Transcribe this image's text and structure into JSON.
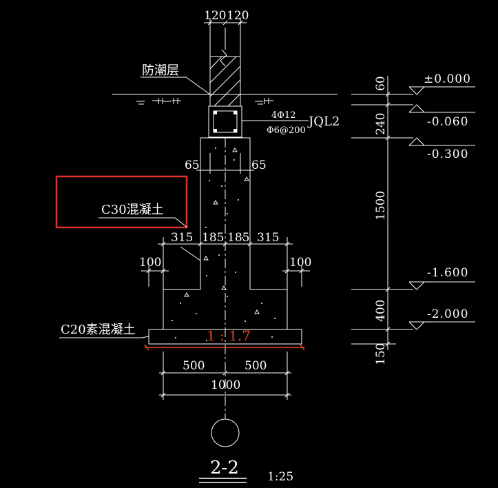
{
  "colors": {
    "background": "#000000",
    "linework": "#ffffff",
    "highlight_box": "#e0312f",
    "dimension_red": "#e8461e"
  },
  "labels": {
    "damp_proof_layer": "防潮层",
    "c30_concrete": "C30混凝土",
    "c20_plain_concrete": "C20素混凝土",
    "ring_beam_rebar_main": "4Φ12",
    "ring_beam_stirrup": "Φ6@200",
    "ring_beam_name": "JQL2",
    "section_title": "2-2",
    "scale": "1:25"
  },
  "dims": {
    "wall_left": "120",
    "wall_right": "120",
    "setback_left": "65",
    "setback_right": "65",
    "step_left": "315",
    "mid_left": "185",
    "mid_right": "185",
    "step_right": "315",
    "offset_left": "100",
    "offset_right": "100",
    "half_left": "500",
    "half_right": "500",
    "total": "1000",
    "base_ratio": "1 : 1.7"
  },
  "vertical_dims": [
    "60",
    "240",
    "1500",
    "400",
    "150"
  ],
  "elevations": [
    "±0.000",
    "-0.060",
    "-0.300",
    "-1.600",
    "-2.000"
  ]
}
